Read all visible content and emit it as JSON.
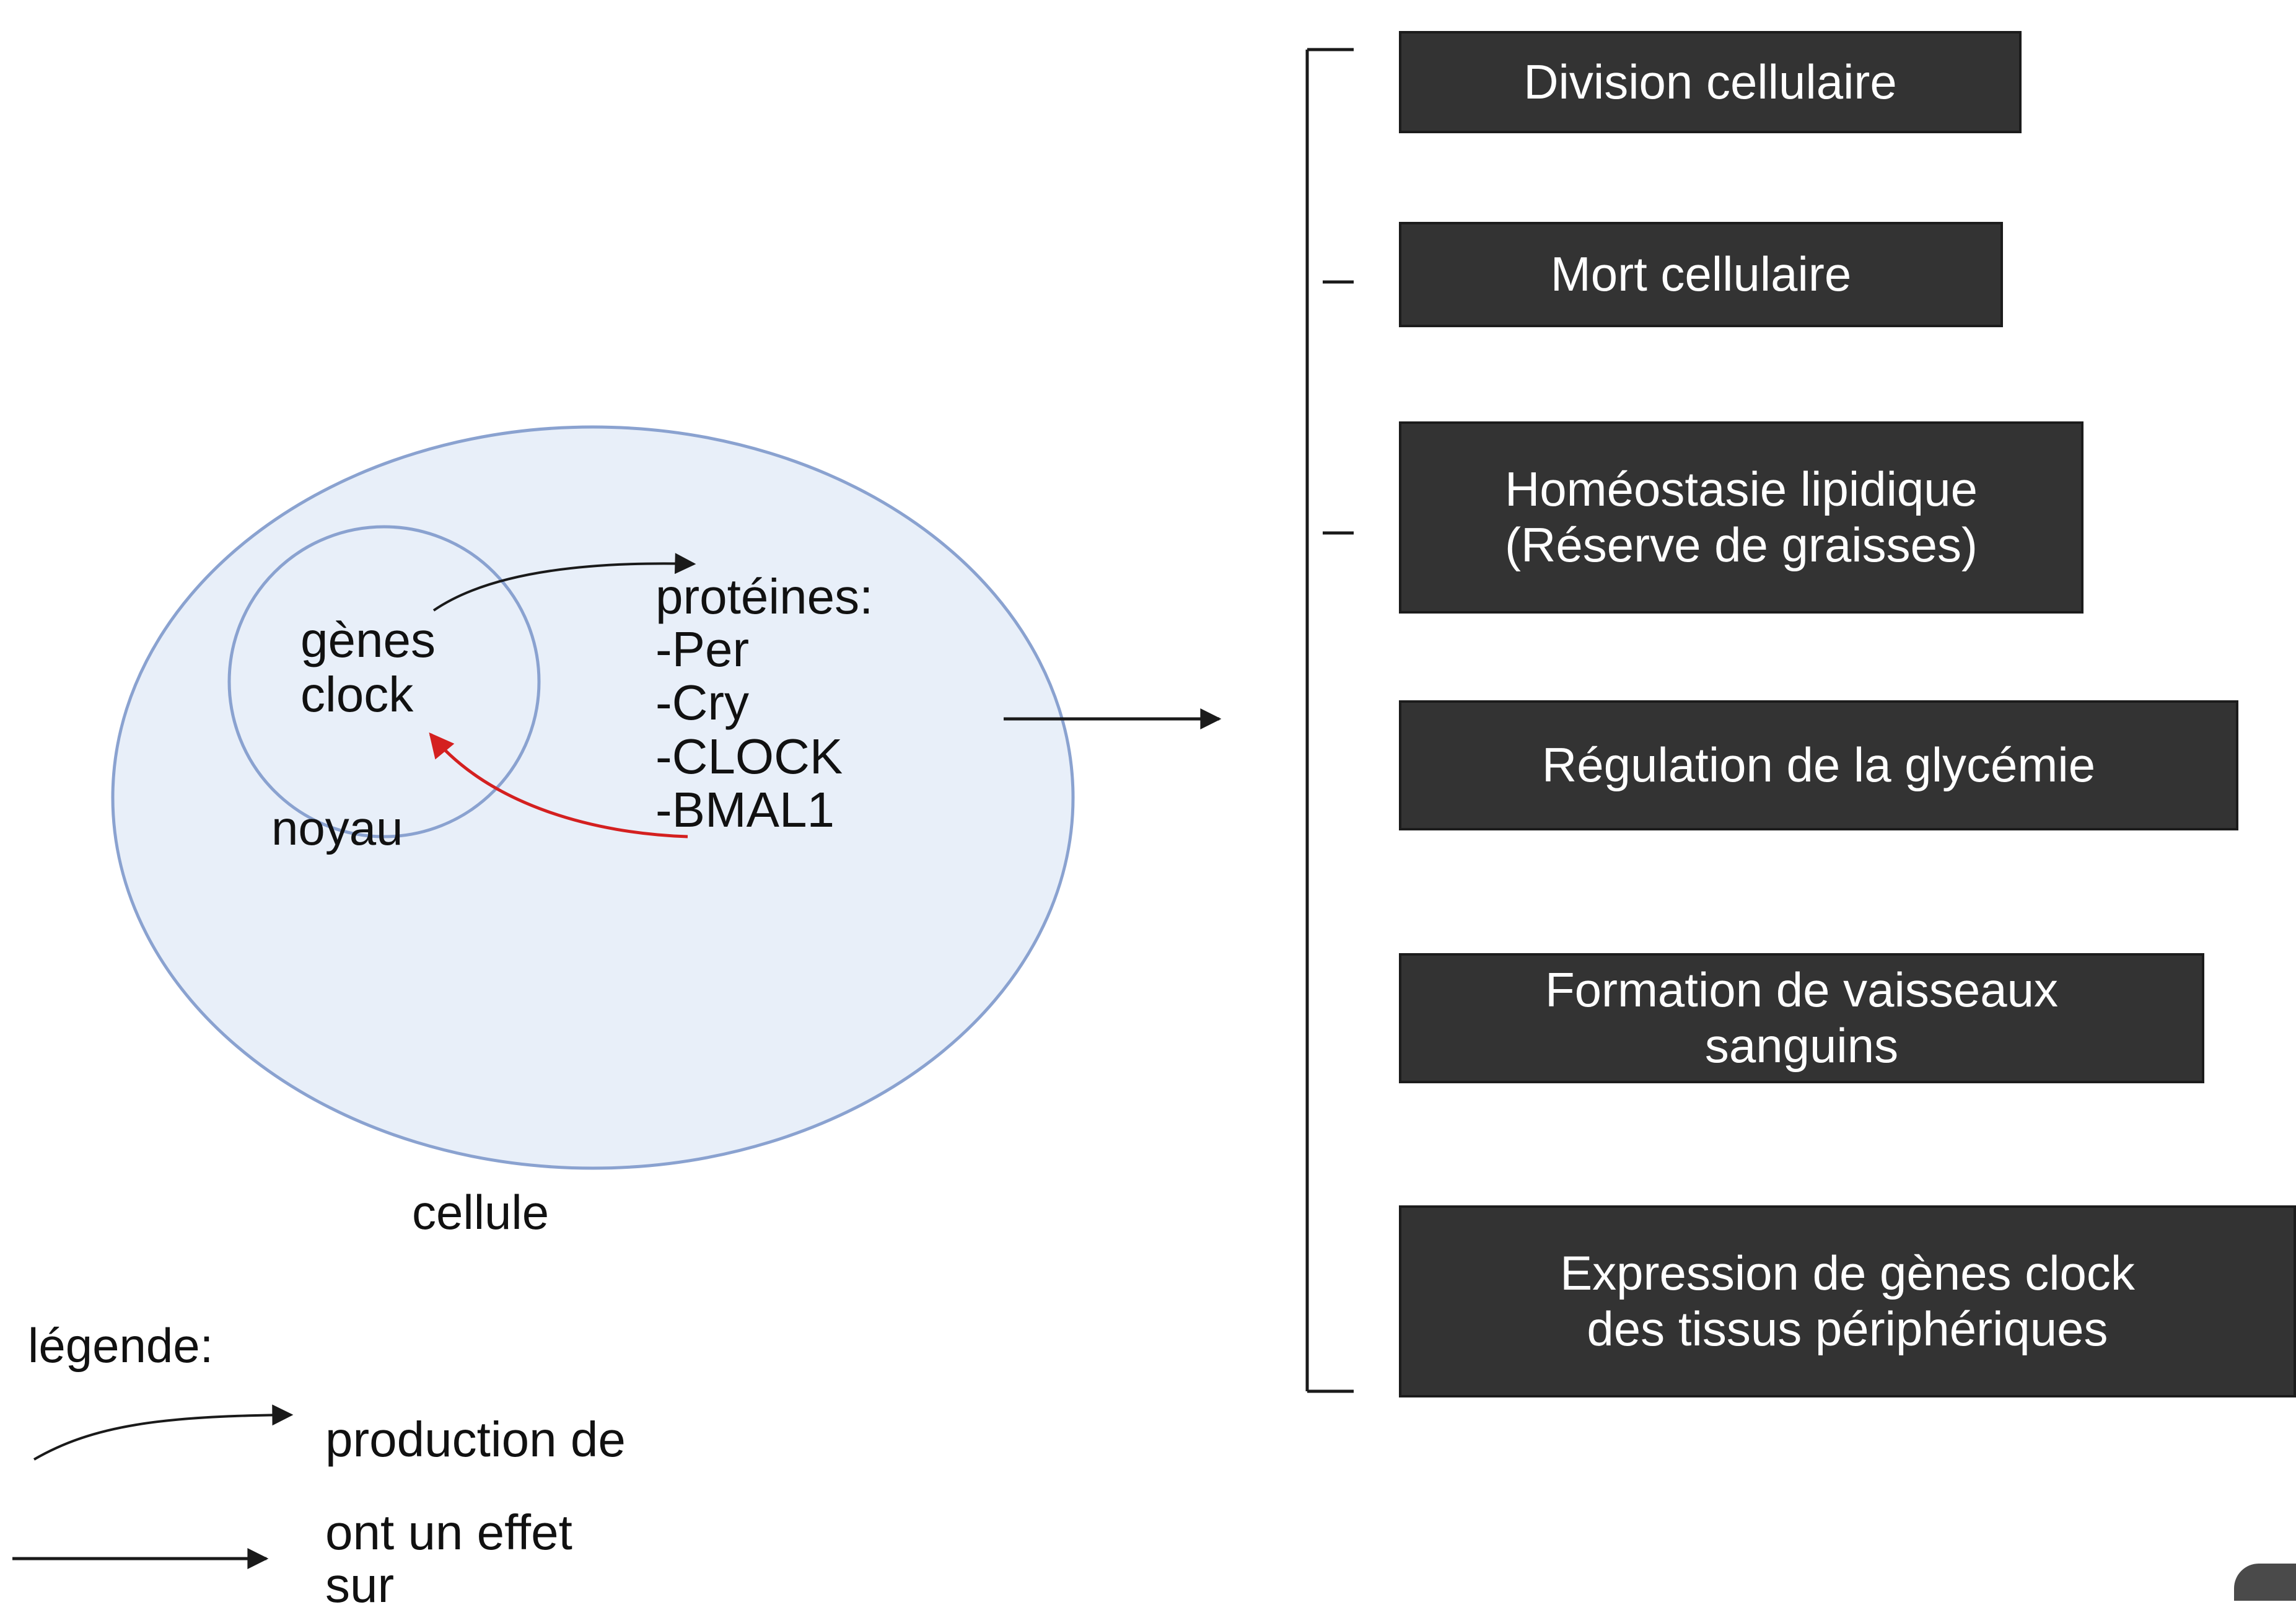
{
  "diagram": {
    "cell_label": "cellule",
    "nucleus_label": "noyau",
    "genes_label_line1": "gènes",
    "genes_label_line2": "clock",
    "proteins_title": "protéines:",
    "proteins": [
      "-Per",
      "-Cry",
      "-CLOCK",
      "-BMAL1"
    ],
    "effects": [
      "Division cellulaire",
      "Mort cellulaire",
      "Homéostasie lipidique\n(Réserve de graisses)",
      "Régulation de la glycémie",
      "Formation de vaisseaux\nsanguins",
      "Expression de gènes clock\ndes tissus périphériques"
    ]
  },
  "legend": {
    "title": "légende:",
    "production_label": "production de",
    "effect_label_line1": "ont un effet",
    "effect_label_line2": "sur"
  },
  "colors": {
    "cell_fill": "#e8eff9",
    "cell_stroke": "#8aa2d0",
    "box_fill": "#333333",
    "feedback_arrow": "#d42020",
    "arrow": "#1a1a1a"
  }
}
